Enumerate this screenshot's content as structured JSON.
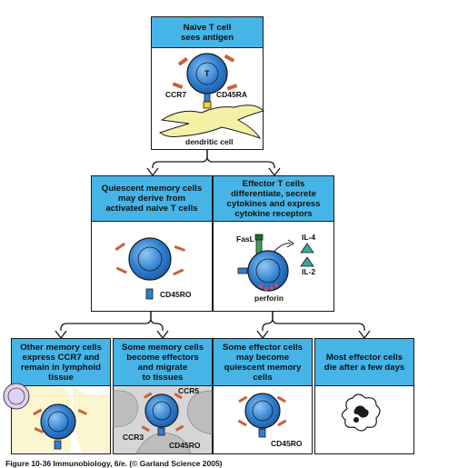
{
  "top": {
    "title": "Naive T cell\nsees antigen",
    "cell_label": "T",
    "ccr7": "CCR7",
    "cd45ra": "CD45RA",
    "dendritic": "dendritic cell"
  },
  "middle_left": {
    "title": "Quiescent memory cells\nmay derive from\nactivated naive T cells",
    "cd45ro": "CD45RO"
  },
  "middle_right": {
    "title": "Effector T cells\ndifferentiate, secrete\ncytokines and express\ncytokine receptors",
    "fasl": "FasL",
    "il4": "IL-4",
    "il2": "IL-2",
    "perforin": "perforin"
  },
  "bottom": [
    {
      "title": "Other memory cells\nexpress CCR7 and\nremain in lymphoid\ntissue"
    },
    {
      "title": "Some memory cells\nbecome effectors\nand migrate\nto tissues",
      "ccr5": "CCR5",
      "ccr3": "CCR3",
      "cd45ro": "CD45RO"
    },
    {
      "title": "Some effector cells\nmay become\nquiescent memory\ncells",
      "cd45ro": "CD45RO"
    },
    {
      "title": "Most effector cells\ndie after a few days"
    }
  ],
  "caption": "Figure 10-36 Immunobiology, 6/e. (© Garland Science 2005)",
  "colors": {
    "header": "#46b4e6",
    "cell": "#2f7fd0",
    "receptor": "#c8623a",
    "dendritic": "#f4f0a6",
    "il": "#3aa89a"
  }
}
